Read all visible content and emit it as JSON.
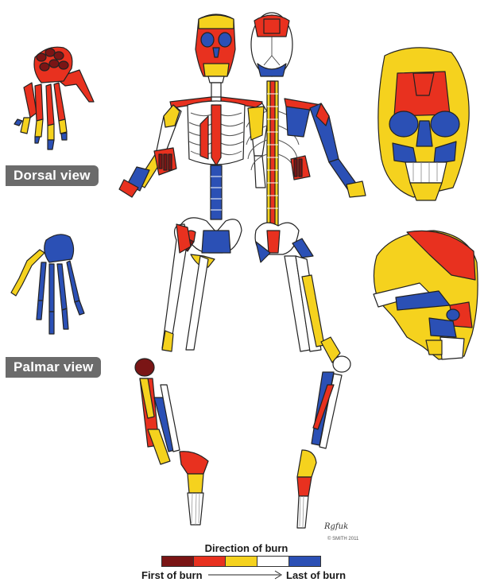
{
  "labels": {
    "dorsal": "Dorsal view",
    "palmar": "Palmar view"
  },
  "legend": {
    "title": "Direction of burn",
    "first": "First of burn",
    "last": "Last of burn",
    "colors": [
      "#7a1515",
      "#e8311f",
      "#f5d21e",
      "#ffffff",
      "#2b50b5"
    ]
  },
  "palette": {
    "darkred": "#7a1515",
    "red": "#e8311f",
    "yellow": "#f5d21e",
    "white": "#ffffff",
    "blue": "#2b50b5",
    "outline": "#222222"
  },
  "signature": {
    "text": "Rgfuk",
    "copyright": "© SMITH 2011"
  }
}
